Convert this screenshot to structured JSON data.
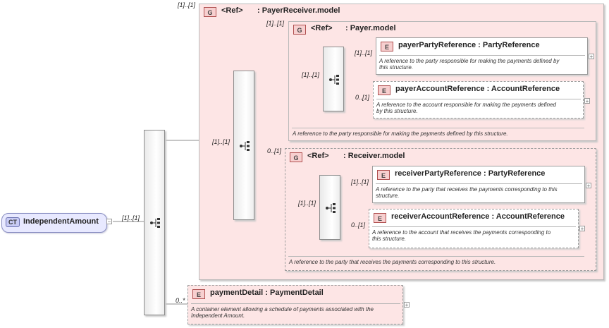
{
  "root": {
    "badge": "CT",
    "name": "IndependentAmount",
    "cardinality": "[1]..[1]"
  },
  "payer_receiver_group": {
    "cardinality": "[1]..[1]",
    "badge": "G",
    "ref": "<Ref>",
    "name": ": PayerReceiver.model",
    "seq_cardinality": "[1]..[1]"
  },
  "payer_group": {
    "cardinality": "[1]..[1]",
    "badge": "G",
    "ref": "<Ref>",
    "name": ": Payer.model",
    "seq_cardinality": "[1]..[1]",
    "doc": "A reference to the party responsible for making the payments defined by this structure.",
    "elements": [
      {
        "badge": "E",
        "name": "payerPartyReference",
        "type": ": PartyReference",
        "cardinality": "[1]..[1]",
        "doc_lines": [
          "A reference to the party responsible for making the payments defined by",
          "this structure."
        ]
      },
      {
        "badge": "E",
        "name": "payerAccountReference",
        "type": ": AccountReference",
        "cardinality": "0..[1]",
        "doc_lines": [
          "A reference to the account responsible for making the payments defined",
          "by this structure."
        ]
      }
    ]
  },
  "receiver_group": {
    "cardinality": "0..[1]",
    "badge": "G",
    "ref": "<Ref>",
    "name": ": Receiver.model",
    "seq_cardinality": "[1]..[1]",
    "doc": "A reference to the party that receives the payments corresponding to this structure.",
    "elements": [
      {
        "badge": "E",
        "name": "receiverPartyReference",
        "type": ": PartyReference",
        "cardinality": "[1]..[1]",
        "doc_lines": [
          "A reference to the party that receives the payments corresponding to this",
          "structure."
        ]
      },
      {
        "badge": "E",
        "name": "receiverAccountReference",
        "type": ": AccountReference",
        "cardinality": "0..[1]",
        "doc_lines": [
          "A reference to the account that receives the payments corresponding to",
          "this structure."
        ]
      }
    ]
  },
  "payment_detail": {
    "badge": "E",
    "name": "paymentDetail",
    "type": ": PaymentDetail",
    "cardinality": "0..*",
    "doc_lines": [
      "A container element allowing a schedule of payments associated with the",
      "Independent Amount."
    ]
  },
  "plus_glyph": "+",
  "minus_glyph": "−",
  "colors": {
    "group_fill": "#fde5e5",
    "element_badge": "#f7cfcf",
    "complex_type": "#e8e9ff"
  }
}
